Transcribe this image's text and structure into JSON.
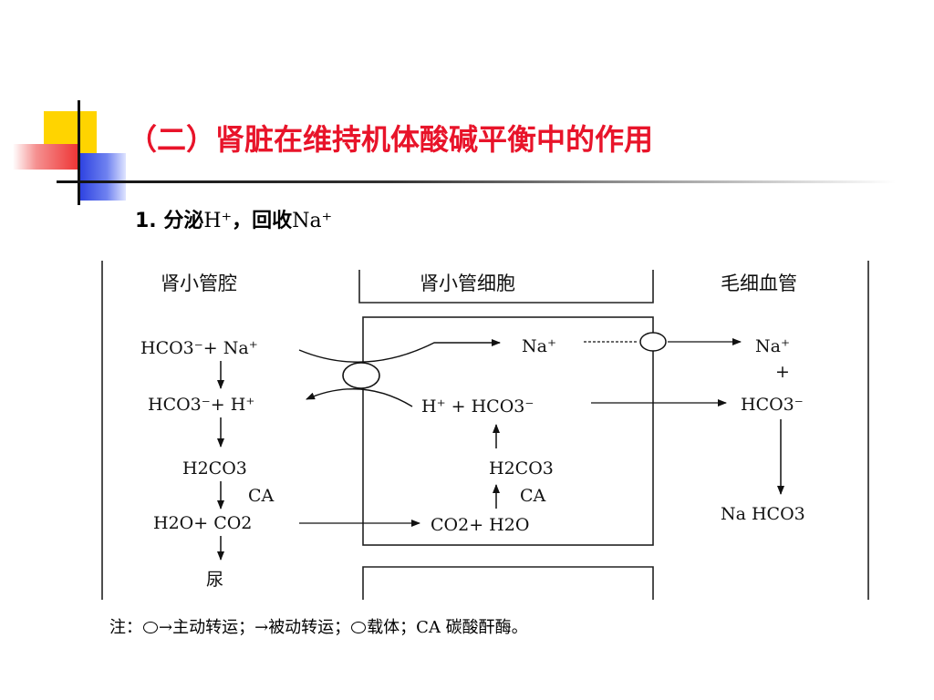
{
  "slide": {
    "title": "（二）肾脏在维持机体酸碱平衡中的作用",
    "subtitle": {
      "number": "1.",
      "text_a": " 分泌",
      "h_ion": "H⁺",
      "sep": "，",
      "text_b": "回收",
      "na_ion": "Na⁺"
    },
    "colors": {
      "title": "#e8142a",
      "deco_yellow": "#ffd400",
      "deco_blue": "#2a3fe0",
      "deco_red": "#f05050"
    }
  },
  "diagram": {
    "headers": {
      "lumen": "肾小管腔",
      "cell": "肾小管细胞",
      "capillary": "毛细血管"
    },
    "lumen": {
      "r1": "HCO3⁻+ Na⁺",
      "r2": "HCO3⁻+ H⁺",
      "r3": "H2CO3",
      "r4_ca": "CA",
      "r4": "H2O+ CO2",
      "r5": "尿"
    },
    "cell": {
      "na": "Na⁺",
      "h_hco3": "H⁺  +  HCO3⁻",
      "h2co3": "H2CO3",
      "ca": "CA",
      "co2_h2o": "CO2+ H2O"
    },
    "capillary": {
      "na": "Na⁺",
      "plus": "+",
      "hco3": "HCO3⁻",
      "nahco3": "Na HCO3"
    },
    "note": {
      "prefix": "注：",
      "active": "主动转运；",
      "passive": "被动转运；",
      "carrier": "载体；CA 碳酸酐酶。"
    }
  }
}
